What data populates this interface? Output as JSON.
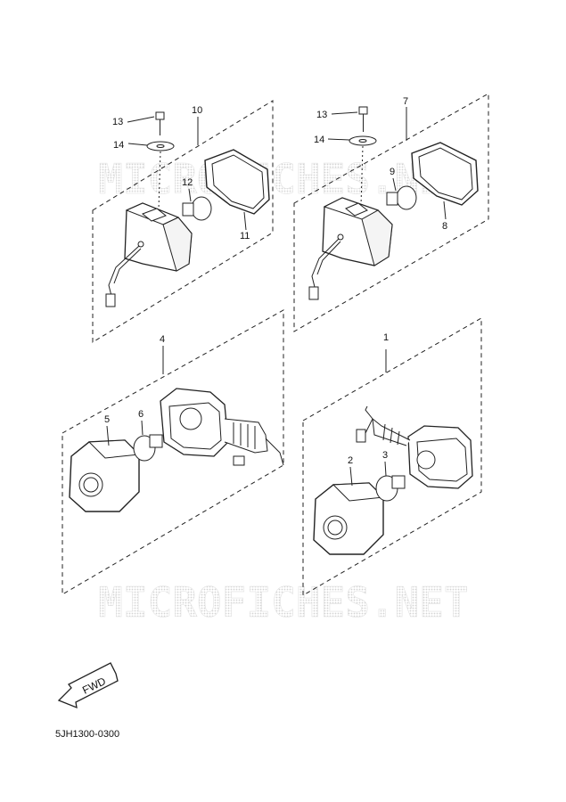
{
  "diagram": {
    "watermark": "MICROFICHES.NET",
    "fwd_label": "FWD",
    "code": "5JH1300-0300",
    "callouts": {
      "c13a": "13",
      "c14a": "14",
      "c10": "10",
      "c12": "12",
      "c11": "11",
      "c13b": "13",
      "c14b": "14",
      "c7": "7",
      "c9": "9",
      "c8": "8",
      "c4": "4",
      "c5": "5",
      "c6": "6",
      "c1": "1",
      "c2": "2",
      "c3": "3"
    }
  }
}
